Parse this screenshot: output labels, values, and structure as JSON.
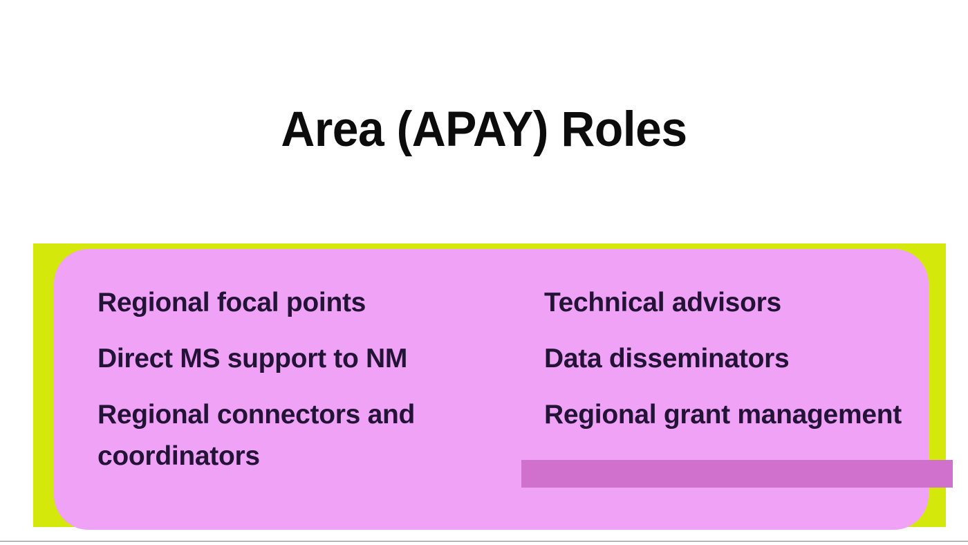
{
  "slide": {
    "title": "Area (APAY) Roles",
    "background_color": "#ffffff",
    "panel": {
      "outer_color": "#d4e80b",
      "card_color": "#f0a2f6",
      "highlight_bar_color": "#d072cd",
      "text_color": "#231336"
    },
    "columns": {
      "left": {
        "items": [
          "Regional focal points",
          "Direct MS support to NM",
          "Regional connectors and coordinators"
        ]
      },
      "right": {
        "items": [
          "Technical advisors",
          "Data disseminators",
          "Regional grant management"
        ]
      }
    }
  }
}
